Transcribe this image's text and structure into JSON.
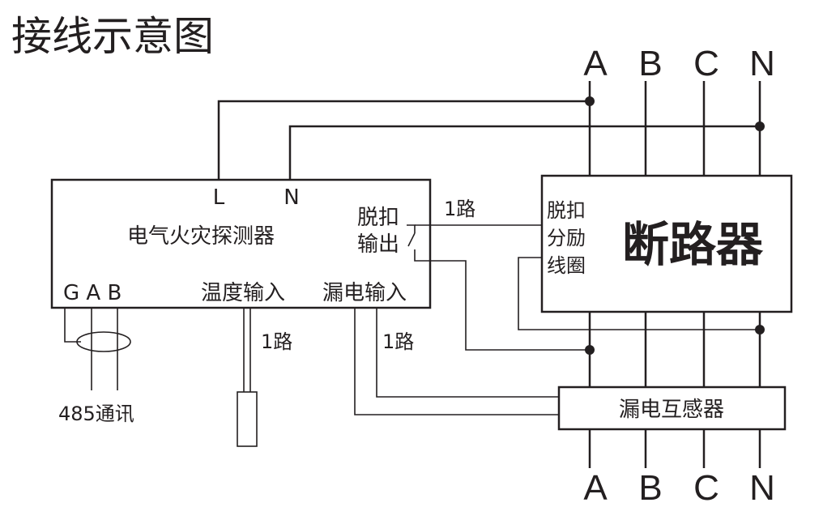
{
  "title": "接线示意图",
  "phases_top": [
    "A",
    "B",
    "C",
    "N"
  ],
  "phases_bottom": [
    "A",
    "B",
    "C",
    "N"
  ],
  "detector": {
    "name": "电气火灾探测器",
    "l_label": "L",
    "n_label": "N",
    "trip_output_line1": "脱扣",
    "trip_output_line2": "输出",
    "gab_label": "G A B",
    "temp_input": "温度输入",
    "leak_input": "漏电输入"
  },
  "breaker": {
    "name": "断路器",
    "shunt_line1": "脱扣",
    "shunt_line2": "分励",
    "shunt_line3": "线圈"
  },
  "ct": {
    "name": "漏电互感器"
  },
  "labels": {
    "trip_route": "1路",
    "temp_route": "1路",
    "leak_route": "1路",
    "comm": "485通讯"
  }
}
